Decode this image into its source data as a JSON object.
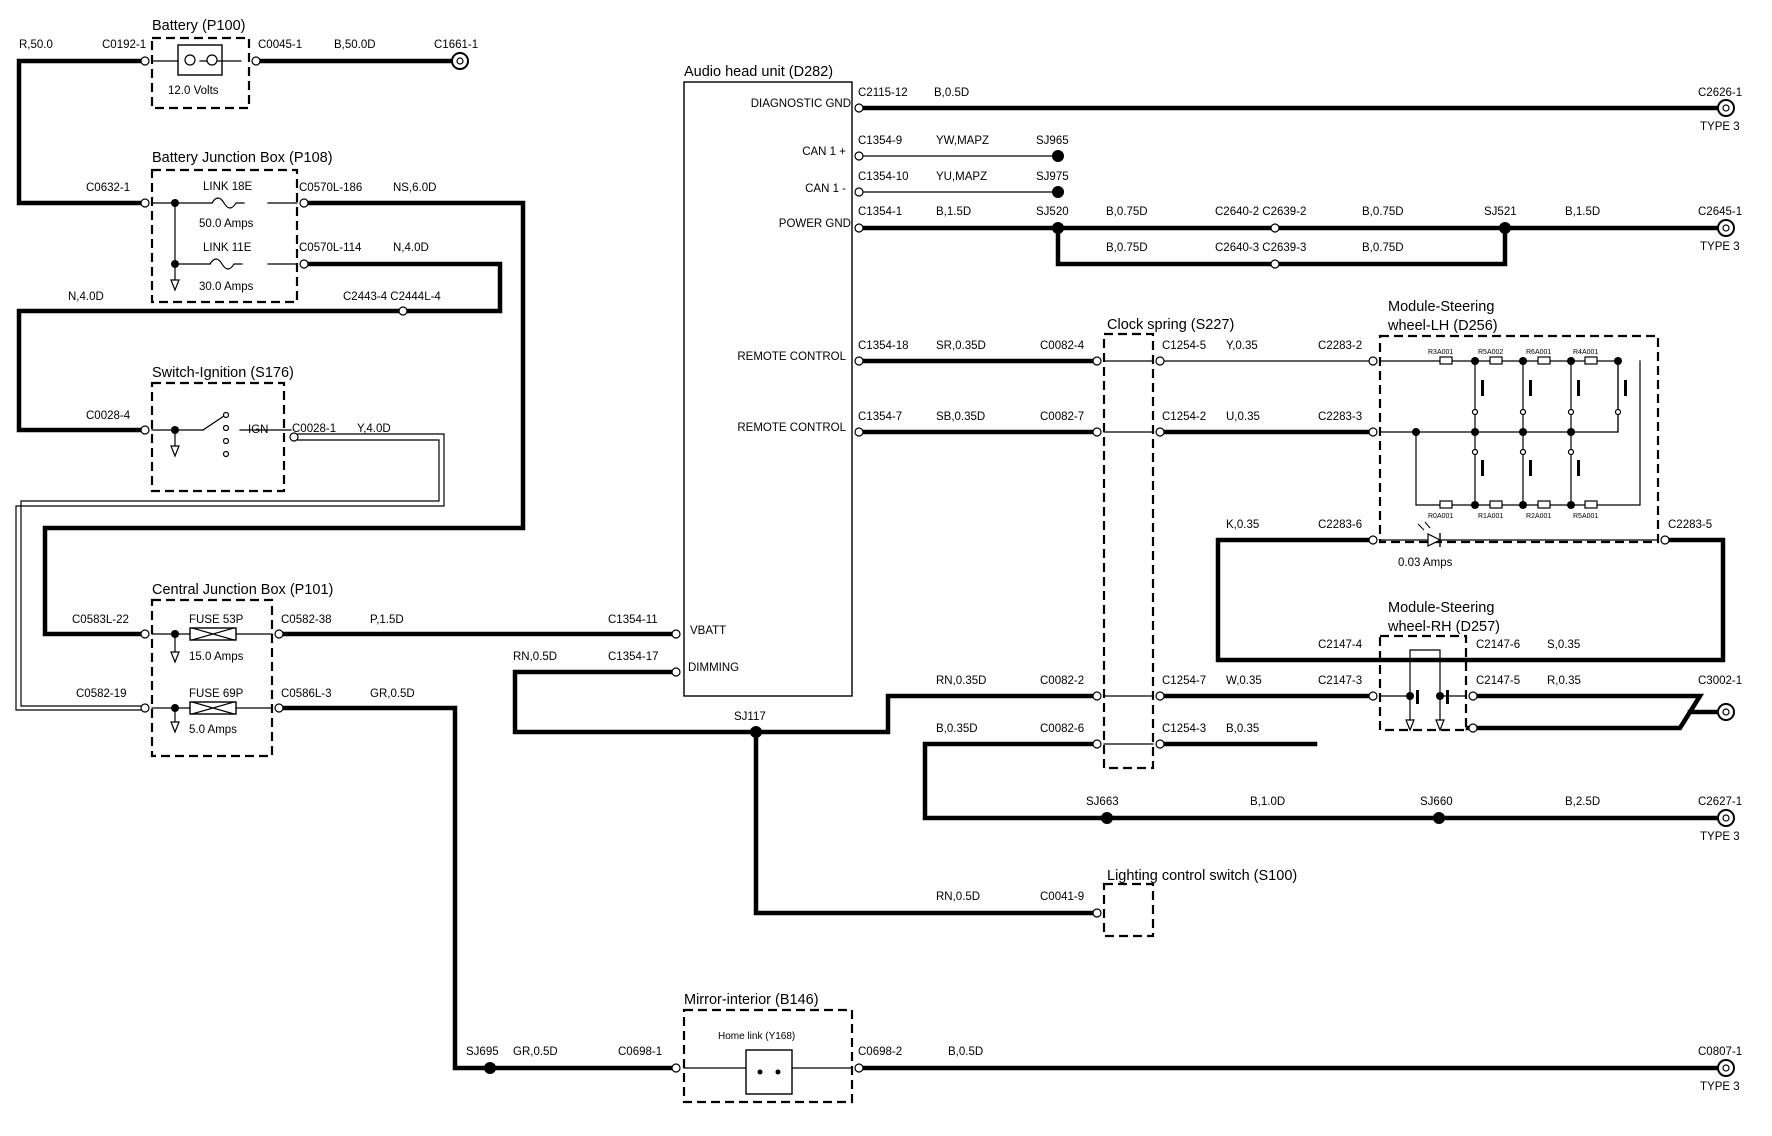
{
  "components": {
    "battery": {
      "title": "Battery (P100)",
      "volts": "12.0 Volts"
    },
    "bjb": {
      "title": "Battery Junction Box (P108)",
      "link1_name": "LINK 18E",
      "link1_rating": "50.0 Amps",
      "link2_name": "LINK 11E",
      "link2_rating": "30.0 Amps"
    },
    "ignition": {
      "title": "Switch-Ignition (S176)",
      "ign": "IGN"
    },
    "cjb": {
      "title": "Central Junction Box (P101)",
      "fuse1_name": "FUSE 53P",
      "fuse1_rating": "15.0 Amps",
      "fuse2_name": "FUSE 69P",
      "fuse2_rating": "5.0 Amps"
    },
    "ahu": {
      "title": "Audio head unit (D282)",
      "pin_diag": "DIAGNOSTIC GND",
      "pin_can1p": "CAN 1 +",
      "pin_can1m": "CAN 1 -",
      "pin_pgnd": "POWER GND",
      "pin_rc1": "REMOTE CONTROL",
      "pin_rc2": "REMOTE CONTROL",
      "pin_vbatt": "VBATT",
      "pin_dim": "DIMMING"
    },
    "clock": {
      "title": "Clock spring (S227)"
    },
    "swl": {
      "title1": "Module-Steering",
      "title2": "wheel-LH (D256)",
      "amps": "0.03 Amps",
      "r_top": [
        "R3A001",
        "R5A002",
        "R6A001",
        "R4A001"
      ],
      "r_bot": [
        "R0A001",
        "R1A001",
        "R2A001",
        "R5A001"
      ]
    },
    "swr": {
      "title1": "Module-Steering",
      "title2": "wheel-RH (D257)"
    },
    "lighting": {
      "title": "Lighting control switch (S100)"
    },
    "mirror": {
      "title": "Mirror-interior (B146)",
      "homelink": "Home link (Y168)"
    }
  },
  "labels": {
    "r50": "R,50.0",
    "c0192_1": "C0192-1",
    "c0045_1": "C0045-1",
    "b50d": "B,50.0D",
    "c1661_1": "C1661-1",
    "c0632_1": "C0632-1",
    "c0570l_186": "C0570L-186",
    "ns60d": "NS,6.0D",
    "c0570l_114": "C0570L-114",
    "n40d_a": "N,4.0D",
    "n40d_b": "N,4.0D",
    "c2443": "C2443-4 C2444L-4",
    "c0028_4": "C0028-4",
    "c0028_1": "C0028-1",
    "y40d": "Y,4.0D",
    "c0583l_22": "C0583L-22",
    "c0582_38": "C0582-38",
    "p15d": "P,1.5D",
    "c1354_11": "C1354-11",
    "c0582_19": "C0582-19",
    "c0586l_3": "C0586L-3",
    "gr05d": "GR,0.5D",
    "rn05d_a": "RN,0.5D",
    "c1354_17": "C1354-17",
    "sj117": "SJ117",
    "sj695": "SJ695",
    "gr05d_b": "GR,0.5D",
    "c0698_1": "C0698-1",
    "c0698_2": "C0698-2",
    "b05d_m": "B,0.5D",
    "c0807_1": "C0807-1",
    "type3_m": "TYPE 3",
    "c2115_12": "C2115-12",
    "b05d": "B,0.5D",
    "c2626_1": "C2626-1",
    "type3_a": "TYPE 3",
    "c1354_9": "C1354-9",
    "ywmapz": "YW,MAPZ",
    "sj965": "SJ965",
    "c1354_10": "C1354-10",
    "yumapz": "YU,MAPZ",
    "sj975": "SJ975",
    "c1354_1": "C1354-1",
    "b15d": "B,1.5D",
    "sj520": "SJ520",
    "b075d_1": "B,0.75D",
    "c2640_2": "C2640-2 C2639-2",
    "b075d_2": "B,0.75D",
    "sj521": "SJ521",
    "b15d_2": "B,1.5D",
    "c2645_1": "C2645-1",
    "type3_b": "TYPE 3",
    "b075d_3": "B,0.75D",
    "c2640_3": "C2640-3 C2639-3",
    "b075d_4": "B,0.75D",
    "c1354_18": "C1354-18",
    "sr035d": "SR,0.35D",
    "c0082_4": "C0082-4",
    "c1254_5": "C1254-5",
    "y035": "Y,0.35",
    "c2283_2": "C2283-2",
    "c1354_7": "C1354-7",
    "sb035d": "SB,0.35D",
    "c0082_7": "C0082-7",
    "c1254_2": "C1254-2",
    "u035": "U,0.35",
    "c2283_3": "C2283-3",
    "k035": "K,0.35",
    "c2283_6": "C2283-6",
    "c2283_5": "C2283-5",
    "c2147_4": "C2147-4",
    "c2147_6": "C2147-6",
    "s035": "S,0.35",
    "rn035d": "RN,0.35D",
    "c0082_2": "C0082-2",
    "c1254_7": "C1254-7",
    "w035": "W,0.35",
    "c2147_3": "C2147-3",
    "c2147_5": "C2147-5",
    "r035": "R,0.35",
    "c3002_1": "C3002-1",
    "b035d": "B,0.35D",
    "c0082_6": "C0082-6",
    "c1254_3": "C1254-3",
    "b035": "B,0.35",
    "sj663": "SJ663",
    "b10d": "B,1.0D",
    "sj660": "SJ660",
    "b25d": "B,2.5D",
    "c2627_1": "C2627-1",
    "type3_c": "TYPE 3",
    "rn05d_b": "RN,0.5D",
    "c0041_9": "C0041-9"
  }
}
